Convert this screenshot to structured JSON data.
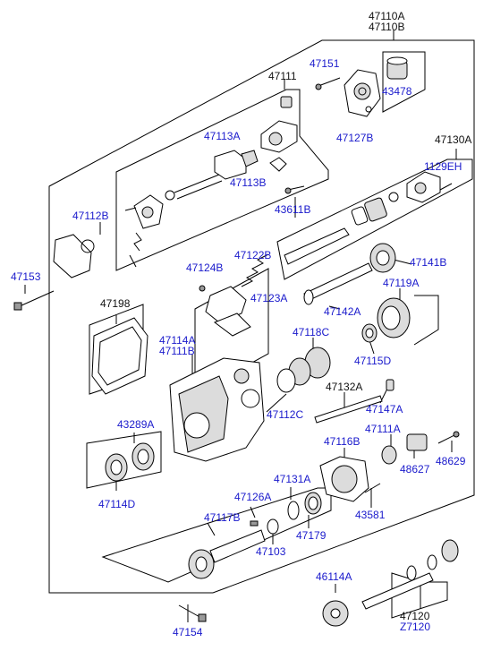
{
  "diagram": {
    "labels": {
      "assy_a": "47110A",
      "assy_b": "47110B",
      "p47151": "47151",
      "p43478": "43478",
      "p47127B": "47127B",
      "p47111": "47111",
      "p47113A": "47113A",
      "p47113B": "47113B",
      "p43611B": "43611B",
      "p47130A": "47130A",
      "p1129EH": "1129EH",
      "p47112B": "47112B",
      "p47153": "47153",
      "p47122B": "47122B",
      "p47124B": "47124B",
      "p47123A": "47123A",
      "p47141B": "47141B",
      "p47198": "47198",
      "p47142A": "47142A",
      "p47119A": "47119A",
      "p47114A": "47114A",
      "p47111B": "47111B",
      "p47118C": "47118C",
      "p47115D": "47115D",
      "p47132A": "47132A",
      "p47112C": "47112C",
      "p47147A": "47147A",
      "p43289A": "43289A",
      "p47111A": "47111A",
      "p47116B": "47116B",
      "p48627": "48627",
      "p48629": "48629",
      "p47114D": "47114D",
      "p47131A": "47131A",
      "p47126A": "47126A",
      "p43581": "43581",
      "p47117B": "47117B",
      "p47103": "47103",
      "p47179": "47179",
      "p46114A": "46114A",
      "p47120": "47120",
      "pZ7120": "Z7120",
      "p47154": "47154"
    }
  }
}
